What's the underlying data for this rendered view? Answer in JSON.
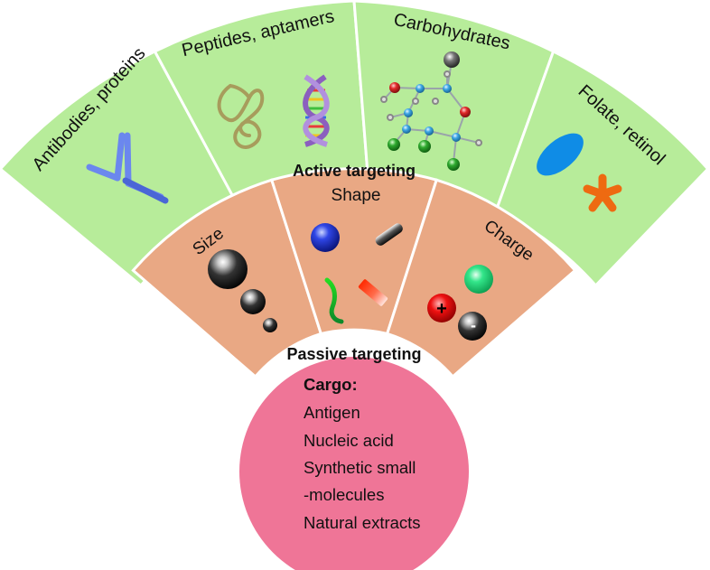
{
  "colors": {
    "active_fill": "#b7ec9a",
    "passive_fill": "#e9a884",
    "cargo_fill": "#ef7597",
    "stroke": "#ffffff"
  },
  "active_targeting": {
    "label": "Active targeting",
    "segments": [
      {
        "label": "Antibodies, proteins",
        "icon": "antibody-icon"
      },
      {
        "label": "Peptides, aptamers",
        "icon": "peptide-dna-icon"
      },
      {
        "label": "Carbohydrates",
        "icon": "carbohydrate-molecule-icon"
      },
      {
        "label": "Folate, retinol",
        "icon": "folate-retinol-icon"
      }
    ]
  },
  "passive_targeting": {
    "label": "Passive targeting",
    "segments": [
      {
        "label": "Size",
        "icon": "size-spheres-icon"
      },
      {
        "label": "Shape",
        "icon": "shapes-icon"
      },
      {
        "label": "Charge",
        "icon": "charge-spheres-icon"
      }
    ],
    "charge_symbols": {
      "positive": "+",
      "negative": "-"
    }
  },
  "cargo": {
    "title": "Cargo:",
    "items": [
      "Antigen",
      "Nucleic acid",
      "Synthetic small",
      "-molecules",
      "Natural extracts"
    ]
  }
}
